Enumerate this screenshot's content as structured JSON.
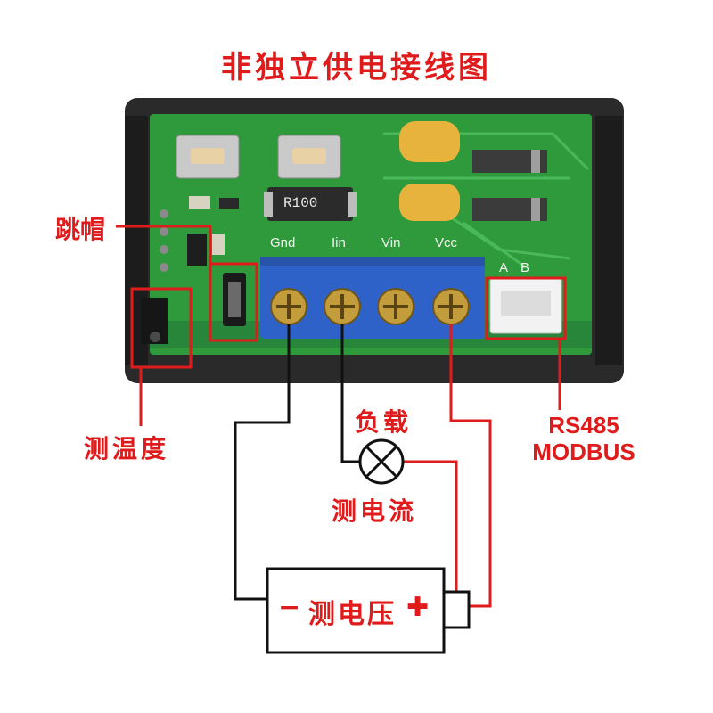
{
  "title": "非独立供电接线图",
  "labels": {
    "jumper": "跳帽",
    "temperature": "测温度",
    "load": "负载",
    "current": "测电流",
    "voltage": "测电压",
    "rs485_line1": "RS485",
    "rs485_line2": "MODBUS"
  },
  "terminals": [
    "Gnd",
    "Iin",
    "Vin",
    "Vcc"
  ],
  "connector_pins": [
    "A",
    "B"
  ],
  "resistor_marking": "R100",
  "battery": {
    "minus": "−",
    "plus": "✚"
  },
  "colors": {
    "accent": "#e01b1b",
    "pcb": "#2f9a3c",
    "terminal_block": "#2f62c8",
    "wire_black": "#111111",
    "wire_red": "#e01b1b"
  }
}
